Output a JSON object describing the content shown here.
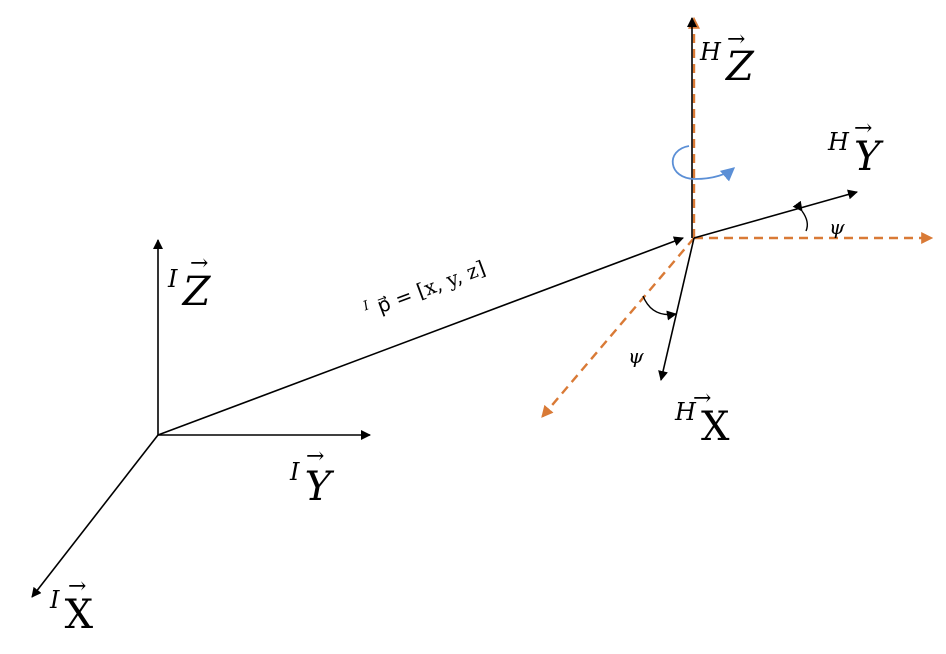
{
  "colors": {
    "axis": "#000000",
    "heading_axis": "#d97a36",
    "rotation": "#5b8fd6"
  },
  "labels": {
    "inertial_z": {
      "sup": "I",
      "base": "Z",
      "arrow": "→"
    },
    "inertial_y": {
      "sup": "I",
      "base": "Y",
      "arrow": "→"
    },
    "inertial_x": {
      "sup": "I",
      "base": "X",
      "arrow": "→"
    },
    "heading_z": {
      "sup": "H",
      "base": "Z",
      "arrow": "→"
    },
    "heading_y": {
      "sup": "H",
      "base": "Y",
      "arrow": "→"
    },
    "heading_x": {
      "sup": "H",
      "base": "X",
      "arrow": "→"
    },
    "position_vector": {
      "sup": "I",
      "base": "p⃗ = [x, y, z]"
    },
    "psi_top": "ψ",
    "psi_bottom": "ψ"
  }
}
